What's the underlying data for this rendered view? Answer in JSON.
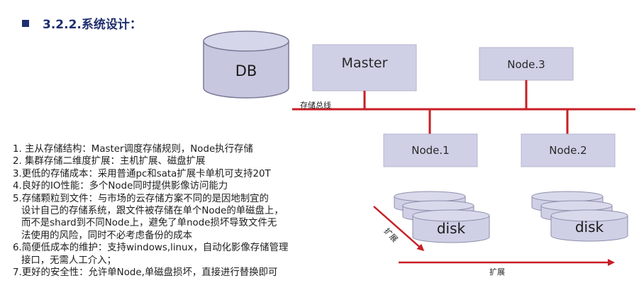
{
  "title": "3.2.2.系统设计：",
  "diagram": {
    "db_label": "DB",
    "master_label": "Master",
    "node3_label": "Node.3",
    "node1_label": "Node.1",
    "node2_label": "Node.2",
    "bus_label": "存储总线",
    "disk_label": "disk",
    "expand_diag_label": "扩展",
    "expand_horiz_label": "扩展",
    "colors": {
      "box_fill": "#cfcfe6",
      "box_border": "#b5b5cf",
      "bus_line": "#c81e26",
      "db_fill": "#c7c7df",
      "db_stroke": "#7a7a98"
    }
  },
  "list": {
    "item1": "1. 主从存储结构：Master调度存储规则，Node执行存储",
    "item2": "2. 集群存储二维度扩展：主机扩展、磁盘扩展",
    "item3": "3.更低的存储成本：采用普通pc和sata扩展卡单机可支持20T",
    "item4": "4.良好的IO性能：多个Node同时提供影像访问能力",
    "item5_l1": "5.存储颗粒到文件：与市场的云存储方案不同的是因地制宜的",
    "item5_l2": "设计自己的存储系统，跟文件被存储在单个Node的单磁盘上，",
    "item5_l3": "而不是shard到不同Node上，避免了单node损坏导致文件无",
    "item5_l4": "法使用的风险，同时不必考虑备份的成本",
    "item6_l1": "6.简便低成本的维护：支持windows,linux，自动化影像存储管理",
    "item6_l2": "接口，无需人工介入；",
    "item7": "7.更好的安全性：允许单Node,单磁盘损坏，直接进行替换即可"
  }
}
